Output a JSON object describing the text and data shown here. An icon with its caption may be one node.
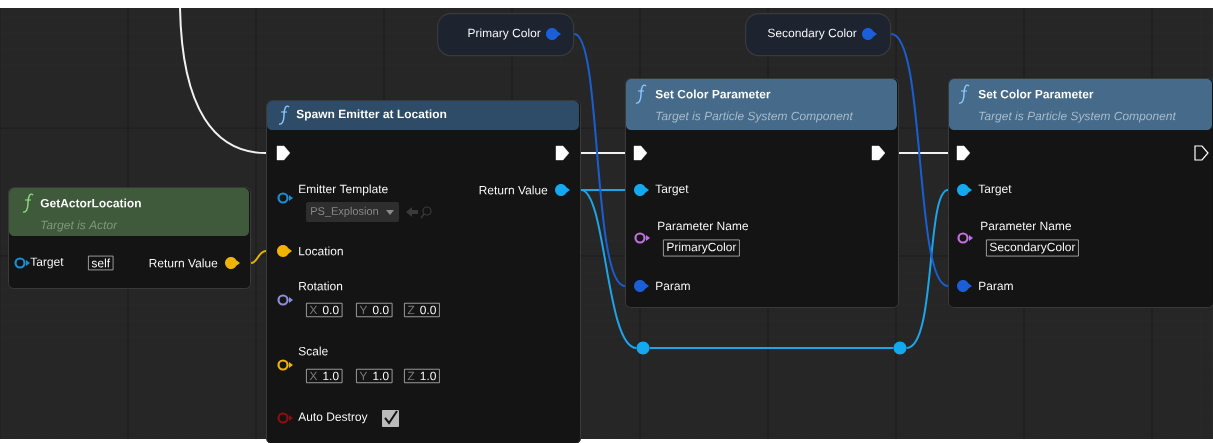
{
  "diagram": {
    "nodes": [
      {
        "text": [
          "Primary Color"
        ]
      },
      {
        "text": [
          "Secondary Color"
        ]
      },
      {
        "text": [
          "GetActorLocation",
          "Target is Actor",
          "Target",
          "self",
          "Return Value"
        ]
      },
      {
        "text": [
          "Spawn Emitter at Location",
          "Emitter Template",
          "PS_Explosion",
          "Return Value",
          "Location",
          "Rotation",
          "X",
          "0.0",
          "Y",
          "0.0",
          "Z",
          "0.0",
          "Scale",
          "X",
          "1.0",
          "Y",
          "1.0",
          "Z",
          "1.0",
          "Auto Destroy"
        ]
      },
      {
        "text": [
          "Set Color Parameter",
          "Target is Particle System Component",
          "Target",
          "Parameter Name",
          "PrimaryColor",
          "Param"
        ]
      },
      {
        "text": [
          "Set Color Parameter",
          "Target is Particle System Component",
          "Target",
          "Parameter Name",
          "SecondaryColor",
          "Param"
        ]
      },
      {
        "text": [],
        "shape": "circle"
      },
      {
        "text": [],
        "shape": "circle"
      }
    ],
    "edges": [
      {
        "from": null,
        "to": 3,
        "arrow": "none",
        "color": "#f2f2f2"
      },
      {
        "from": 2,
        "to": 3,
        "arrow": "none",
        "color": "#e8b400"
      },
      {
        "from": 3,
        "to": 4,
        "arrow": "none",
        "color": "#f2f2f2"
      },
      {
        "from": 4,
        "to": 5,
        "arrow": "none",
        "color": "#f2f2f2"
      },
      {
        "from": 3,
        "to": 4,
        "arrow": "none",
        "color": "#1ea4e8"
      },
      {
        "from": 3,
        "to": 6,
        "arrow": "none",
        "color": "#1ea4e8"
      },
      {
        "from": 6,
        "to": 7,
        "arrow": "none",
        "color": "#1ea4e8"
      },
      {
        "from": 7,
        "to": 5,
        "arrow": "none",
        "color": "#1ea4e8"
      },
      {
        "from": 0,
        "to": 4,
        "arrow": "none",
        "color": "#1a5fd0"
      },
      {
        "from": 1,
        "to": 5,
        "arrow": "none",
        "color": "#1a5fd0"
      }
    ]
  }
}
